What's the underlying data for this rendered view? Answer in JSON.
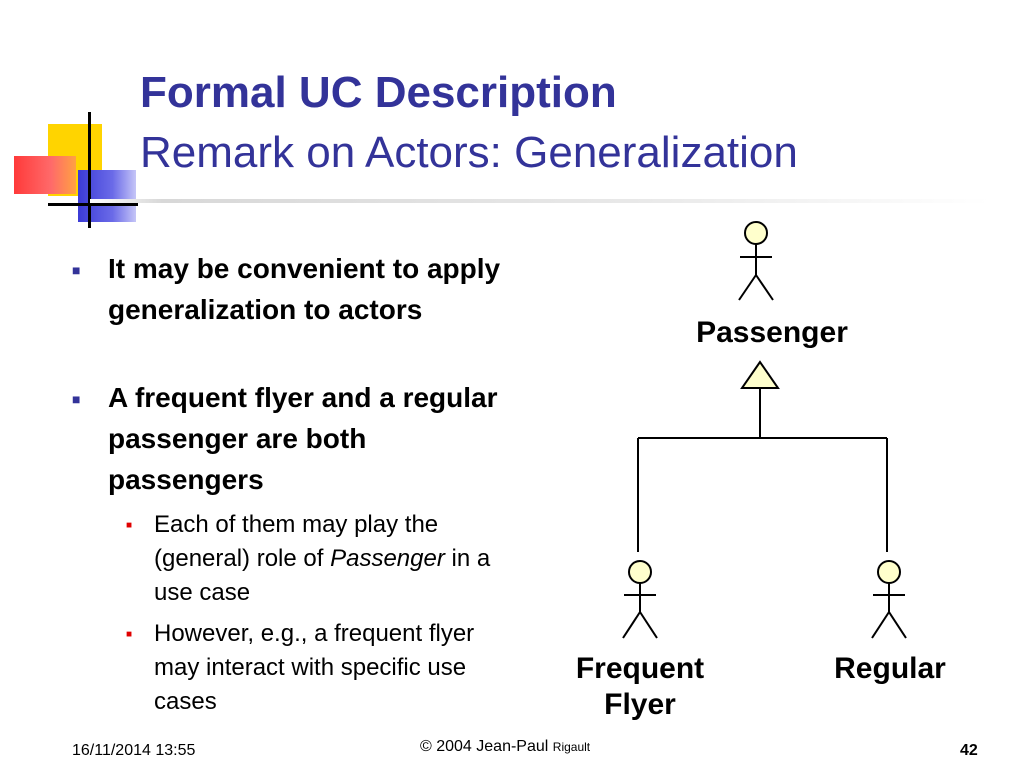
{
  "title": {
    "line1": "Formal UC Description",
    "line2": "Remark on Actors: Generalization"
  },
  "bullets": [
    {
      "text": "It may be convenient to apply generalization to actors"
    },
    {
      "text": "A frequent flyer and a regular passenger are both passengers"
    }
  ],
  "subbullets": [
    {
      "before": "Each of them may play the (general) role of ",
      "italic": "Passenger",
      "after": " in a use case"
    },
    {
      "text": "However, e.g., a frequent flyer may interact with specific use cases"
    }
  ],
  "diagram": {
    "actors": {
      "parent": "Passenger",
      "child1_line1": "Frequent",
      "child1_line2": "Flyer",
      "child2": "Regular"
    },
    "colors": {
      "actor_head": "#ffffcc",
      "arrow_fill": "#ffffcc",
      "stroke": "#000000"
    }
  },
  "footer": {
    "date": "16/11/2014 13:55",
    "copyright_main": "© 2004 Jean-Paul",
    "copyright_small": "Rigault",
    "page": "42"
  },
  "colors": {
    "title": "#333399",
    "bullet_level1": "#333399",
    "bullet_level2": "#e00000"
  }
}
